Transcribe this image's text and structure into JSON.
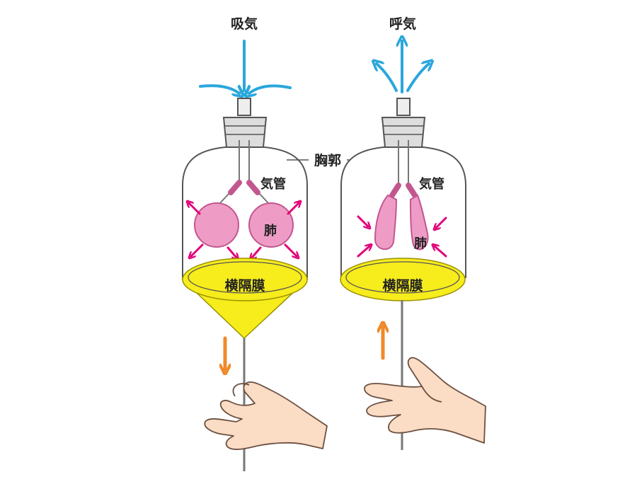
{
  "labels": {
    "inhale": "吸気",
    "exhale": "呼気",
    "thorax": "胸郭",
    "trachea_left": "気管",
    "trachea_right": "気管",
    "lung_left": "肺",
    "lung_right": "肺",
    "diaphragm_left": "横隔膜",
    "diaphragm_right": "横隔膜"
  },
  "colors": {
    "air_arrow": "#2aa7dc",
    "lung_fill": "#ee9cc6",
    "lung_stroke": "#c2578f",
    "pressure_arrow": "#e2007a",
    "diaphragm_fill": "#f7ec1c",
    "diaphragm_stroke": "#9a9000",
    "motion_arrow": "#ef8a2a",
    "skin": "#fbdcc4",
    "skin_stroke": "#6b5040",
    "outline": "#555555"
  },
  "icons": {
    "hand_left": "pulling-hand-icon",
    "hand_right": "pushing-hand-icon"
  }
}
